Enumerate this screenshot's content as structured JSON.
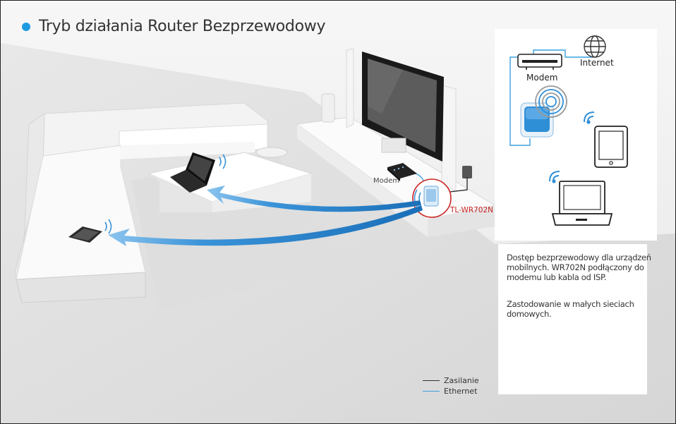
{
  "title": "Tryb działania Router Bezprzewodowy",
  "scene": {
    "modem_label": "Modem",
    "router_label": "TL-WR702N"
  },
  "diagram": {
    "modem_label": "Modem",
    "internet_label": "Internet"
  },
  "info": {
    "paragraph1": "Dostęp bezprzewodowy dla urządzeń mobilnych. WR702N podłączony do modemu lub kabla od ISP.",
    "paragraph2": "Zastodowanie w małych sieciach domowych."
  },
  "legend": {
    "power": "Zasilanie",
    "ethernet": "Ethernet"
  },
  "colors": {
    "accent": "#1e9be0",
    "ethernet": "#3aa0de",
    "router_highlight": "#cc2222",
    "arrow": "#1a6fb8"
  }
}
